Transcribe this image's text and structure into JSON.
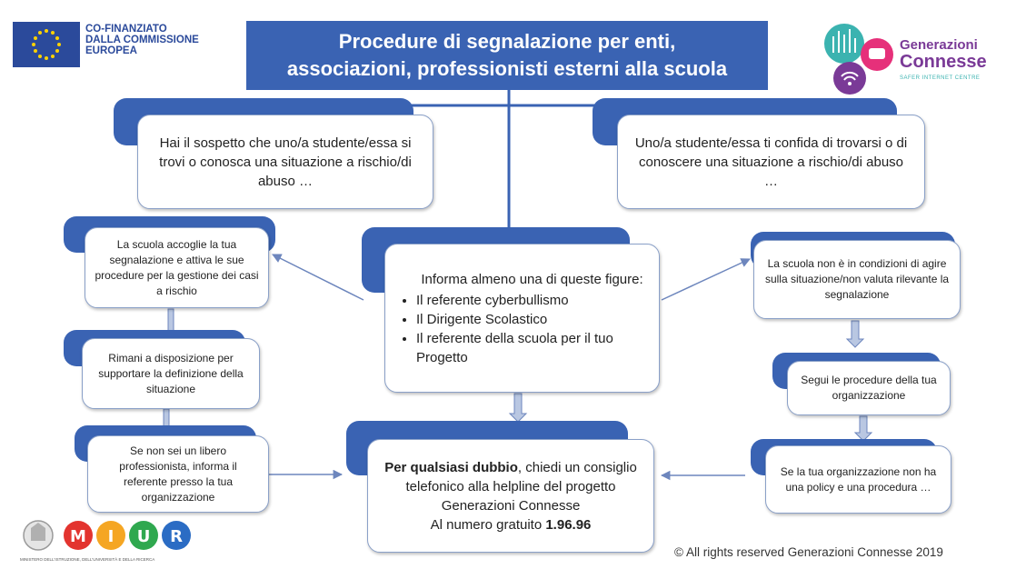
{
  "header": {
    "eu_text_lines": [
      "CO-FINANZIATO",
      "DALLA COMMISSIONE",
      "EUROPEA"
    ],
    "title_lines": [
      "Procedure di segnalazione per enti,",
      "associazioni, professionisti esterni alla scuola"
    ],
    "gc_logo": {
      "line1": "Generazioni",
      "line2": "Connesse",
      "line3": "SAFER INTERNET CENTRE"
    }
  },
  "boxes": {
    "left_top": "Hai il sospetto che uno/a studente/essa si trovi o conosca una situazione a rischio/di abuso …",
    "right_top": "Uno/a studente/essa ti confida di trovarsi o di conoscere una situazione a rischio/di abuso …",
    "center": {
      "intro": "Informa almeno una di queste figure:",
      "items": [
        "Il referente cyberbullismo",
        "Il Dirigente Scolastico",
        "Il referente della scuola per il tuo Progetto"
      ]
    },
    "left_1": "La scuola accoglie la tua segnalazione e attiva le sue procedure per la gestione dei casi a rischio",
    "left_2": "Rimani a disposizione per supportare la definizione della situazione",
    "left_3": "Se non sei un libero professionista, informa il referente presso la tua organizzazione",
    "right_1": "La scuola non è in condizioni di agire sulla situazione/non valuta rilevante la segnalazione",
    "right_2": "Segui le procedure della tua organizzazione",
    "right_3": "Se la tua organizzazione non ha una policy e una procedura …",
    "bottom": {
      "bold_lead": "Per qualsiasi dubbio",
      "rest": ", chiedi un consiglio telefonico alla helpline  del progetto Generazioni Connesse",
      "number_prefix": "Al numero gratuito ",
      "number": "1.96.96"
    }
  },
  "footer": {
    "copyright": "© All rights reserved Generazioni Connesse  2019",
    "miur_subtitle": "MINISTERO DELL'ISTRUZIONE, DELL'UNIVERSITÀ E DELLA RICERCA",
    "miur_letters": [
      "M",
      "I",
      "U",
      "R"
    ]
  },
  "colors": {
    "accent": "#3a63b3",
    "eu_blue": "#2b4a9b",
    "gc_purple": "#7a3a97",
    "gc_teal": "#3bb3b0",
    "gc_pink": "#e6307a"
  }
}
